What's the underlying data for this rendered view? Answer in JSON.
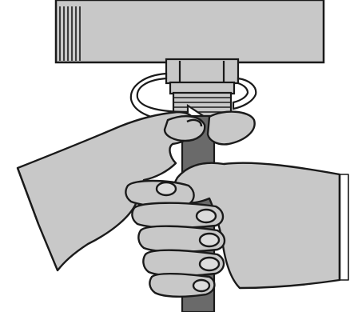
{
  "illustration": {
    "depicts": [
      "pipe",
      "cable-gland",
      "rotation-arrow",
      "cable",
      "left-hand",
      "right-hand"
    ]
  },
  "colors": {
    "fill": "#c8c8c8",
    "fill_dark": "#a9a9a9",
    "cable": "#6a6a6a",
    "outline": "#1a1a1a",
    "background": "#ffffff"
  }
}
